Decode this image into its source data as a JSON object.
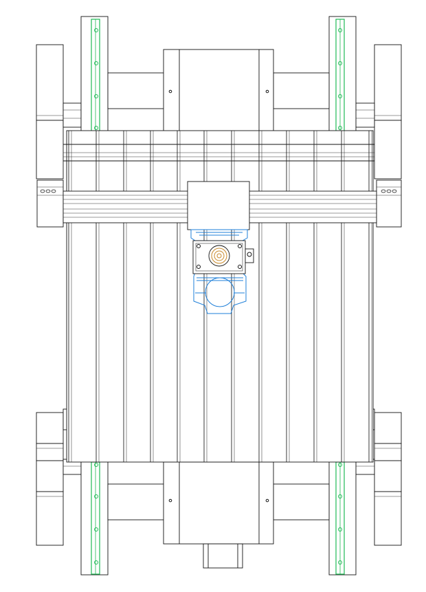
{
  "drawing": {
    "view": "top view",
    "components": [
      "base-frame",
      "linear-guide-rail",
      "side-support-block",
      "gantry-beam",
      "z-axis-carriage",
      "spindle-mount",
      "spindle-motor",
      "y-axis-motor"
    ]
  },
  "colors": {
    "background": "#ffffff",
    "line": "#111111",
    "rail": "#1db954",
    "spindle_mount": "#1e7fd8",
    "motor_accent": "#c98a2b"
  }
}
